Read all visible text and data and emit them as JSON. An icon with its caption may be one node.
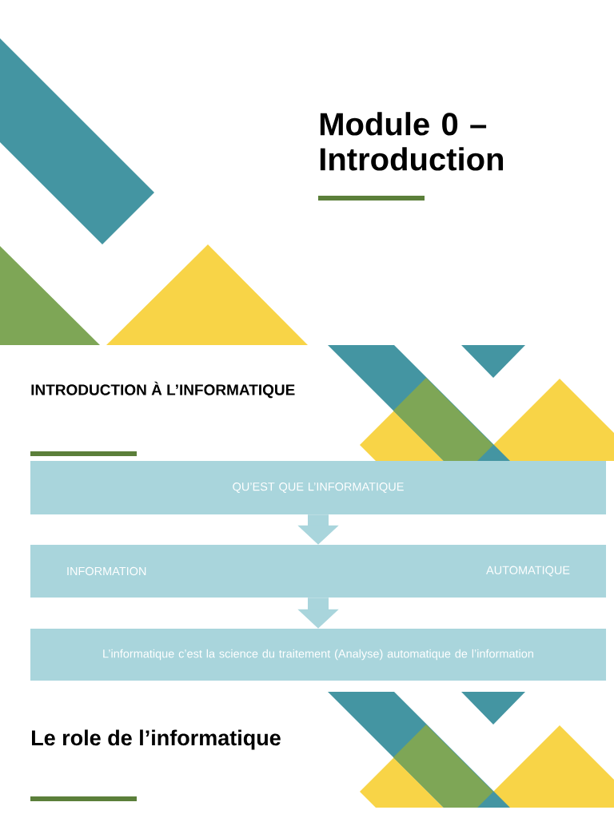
{
  "diagram": {
    "title": "Module 0 – Introduction",
    "nodes": [
      {
        "text": [
          "QU’EST QUE L’INFORMATIQUE"
        ]
      },
      {
        "text": [
          "INFORMATION",
          "AUTOMATIQUE"
        ]
      },
      {
        "text": [
          "L’informatique c’est la science du traitement (Analyse) automatique de l’information"
        ]
      }
    ],
    "edges": [
      {
        "from": 0,
        "to": 1,
        "arrow": "to"
      },
      {
        "from": 1,
        "to": 2,
        "arrow": "to"
      }
    ],
    "labels": [
      "INTRODUCTION À L’INFORMATIQUE",
      "Le role de l’informatique"
    ]
  }
}
